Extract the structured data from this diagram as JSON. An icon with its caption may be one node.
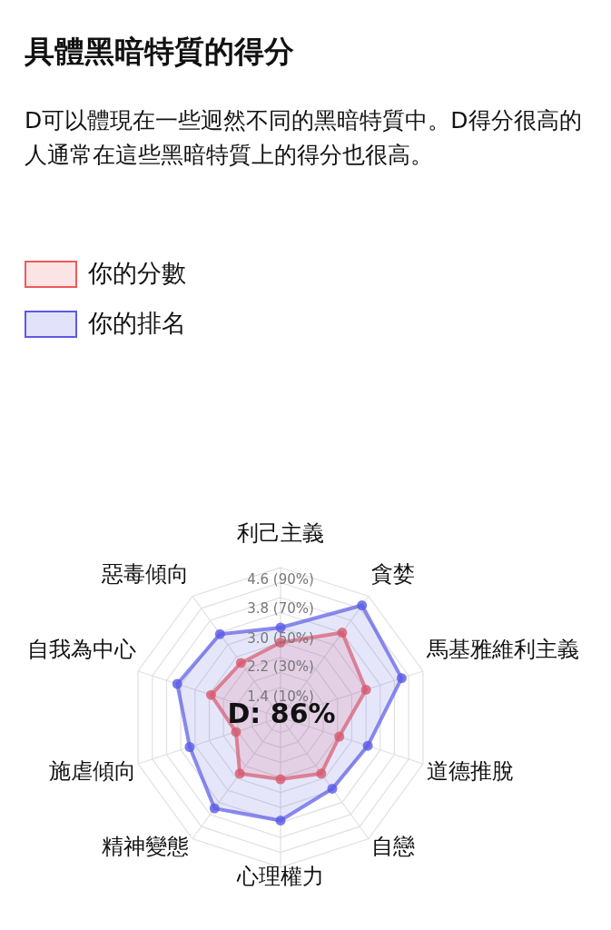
{
  "diagram": {
    "title": "具體黑暗特質的得分",
    "caption": "D可以體現在一些迥然不同的黑暗特質中。D得分很高的人通常在這些黑暗特質上的得分也很高。",
    "legend": [
      {
        "text": "你的分數",
        "color": "#fde4e4"
      },
      {
        "text": "你的排名",
        "color": "#e2e2fb"
      }
    ],
    "labels": [
      "利己主義",
      "惡毒傾向",
      "4.6 (90%)",
      "貪婪",
      "3.8 (70%)",
      "3.0 (50%)",
      "自我為中心",
      "馬基雅維利主義",
      "2.2 (30%)",
      "1.4 (10%)",
      "D: 86%",
      "施虐傾向",
      "道德推脫",
      "精神變態",
      "自戀",
      "心理權力"
    ]
  }
}
